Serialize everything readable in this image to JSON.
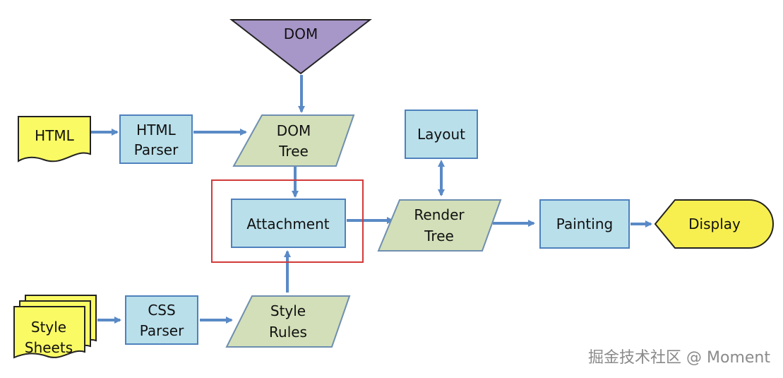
{
  "diagram": {
    "dom_source": "DOM",
    "html_source": "HTML",
    "html_parser": [
      "HTML",
      "Parser"
    ],
    "dom_tree": [
      "DOM",
      "Tree"
    ],
    "attachment": "Attachment",
    "layout": "Layout",
    "render_tree": [
      "Render",
      "Tree"
    ],
    "painting": "Painting",
    "display": "Display",
    "style_sheets": [
      "Style",
      "Sheets"
    ],
    "css_parser": [
      "CSS",
      "Parser"
    ],
    "style_rules": [
      "Style",
      "Rules"
    ]
  },
  "colors": {
    "box_fill": "#b9dfea",
    "box_stroke": "#4f81bd",
    "para_fill": "#d3dfb8",
    "para_stroke": "#6f8fb0",
    "doc_fill": "#fafa64",
    "doc_stroke": "#222222",
    "dom_triangle_fill": "#a796c8",
    "display_fill": "#f7ef50",
    "arrow": "#5a8ac6",
    "highlight": "#d23a3a"
  },
  "watermark": "掘金技术社区 @ Moment"
}
